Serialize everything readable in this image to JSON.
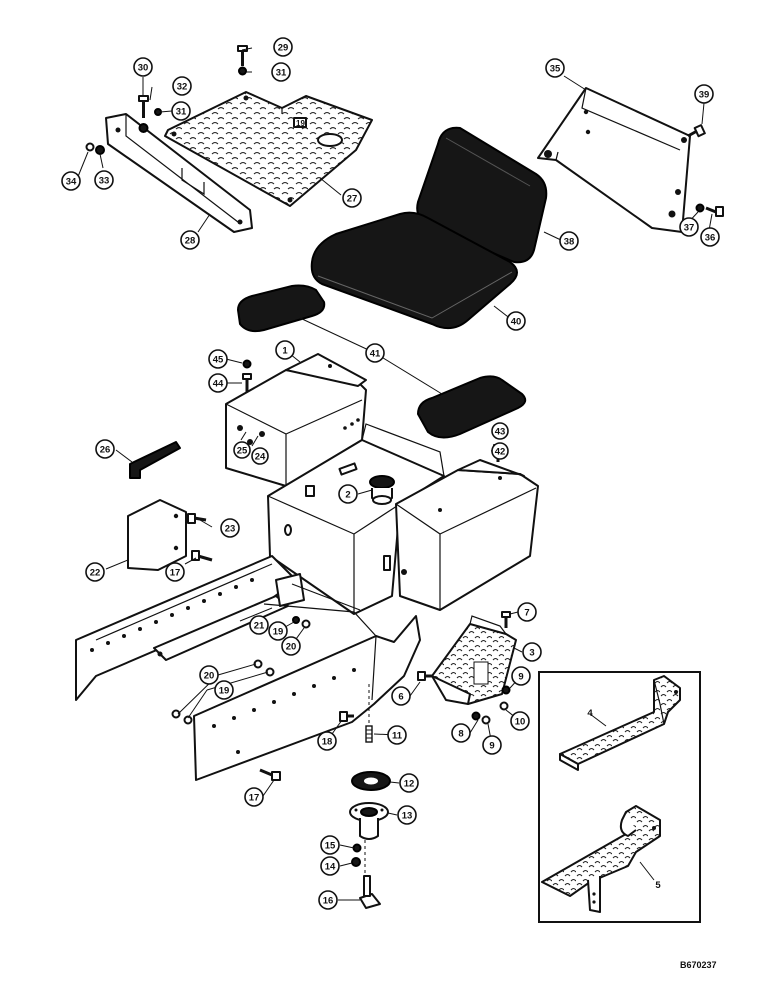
{
  "figure_code": "B670237",
  "callouts": [
    "1",
    "2",
    "3",
    "4",
    "5",
    "6",
    "7",
    "8",
    "9",
    "10",
    "11",
    "12",
    "13",
    "14",
    "15",
    "16",
    "17",
    "19",
    "20",
    "21",
    "22",
    "23",
    "24",
    "25",
    "26",
    "27",
    "28",
    "29",
    "30",
    "31",
    "32",
    "33",
    "34",
    "35",
    "36",
    "37",
    "38",
    "39",
    "40",
    "41",
    "42",
    "43",
    "44",
    "45"
  ]
}
